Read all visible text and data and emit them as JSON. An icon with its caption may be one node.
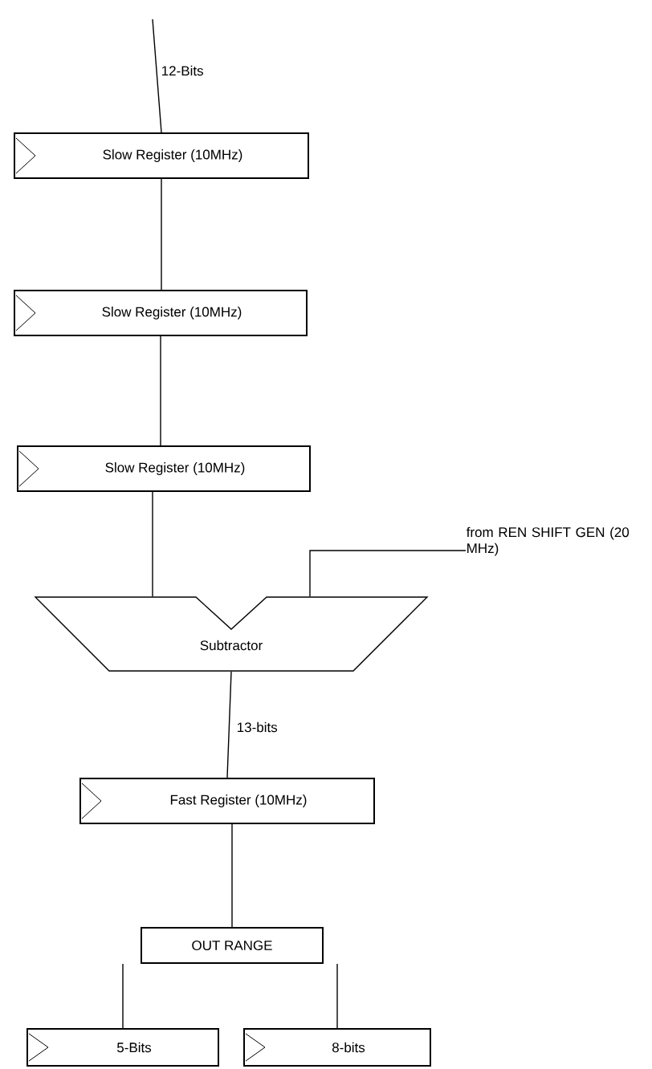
{
  "diagram": {
    "nodes": [
      {
        "text": [
          "Slow Register (10MHz)"
        ]
      },
      {
        "text": [
          "Slow Register (10MHz)"
        ]
      },
      {
        "text": [
          "Slow Register (10MHz)"
        ]
      },
      {
        "text": [
          "from REN SHIFT GEN (20 MHz)"
        ]
      },
      {
        "text": [
          "Subtractor"
        ]
      },
      {
        "text": [
          "Fast Register (10MHz)"
        ]
      },
      {
        "text": [
          "OUT RANGE"
        ]
      },
      {
        "text": [
          "5-Bits"
        ]
      },
      {
        "text": [
          "8-bits"
        ]
      }
    ],
    "edges": [
      {
        "from": null,
        "to": 0,
        "arrow": "none",
        "label": "12-Bits"
      },
      {
        "from": 0,
        "to": 1,
        "arrow": "none"
      },
      {
        "from": 1,
        "to": 2,
        "arrow": "none"
      },
      {
        "from": 2,
        "to": 4,
        "arrow": "none"
      },
      {
        "from": 3,
        "to": 4,
        "arrow": "none"
      },
      {
        "from": 4,
        "to": 5,
        "arrow": "none",
        "label": "13-bits"
      },
      {
        "from": 5,
        "to": 6,
        "arrow": "none"
      },
      {
        "from": 6,
        "to": 7,
        "arrow": "none"
      },
      {
        "from": 6,
        "to": 8,
        "arrow": "none"
      }
    ]
  }
}
